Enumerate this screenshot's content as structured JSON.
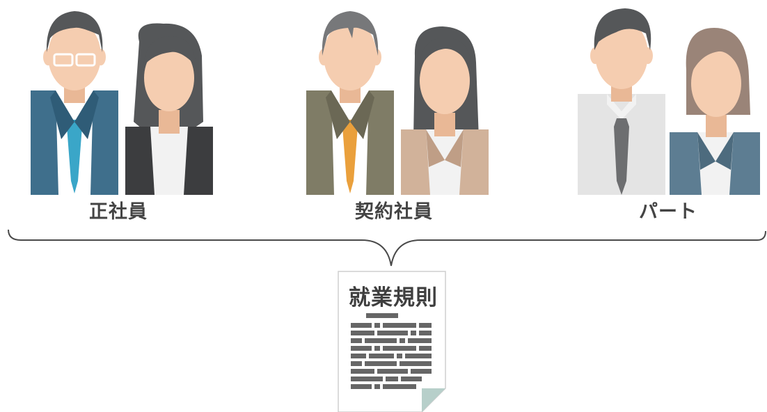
{
  "groups": [
    {
      "label": "正社員",
      "icon": "regular-employees-icon"
    },
    {
      "label": "契約社員",
      "icon": "contract-employees-icon"
    },
    {
      "label": "パート",
      "icon": "part-time-employees-icon"
    }
  ],
  "document": {
    "title": "就業規則",
    "icon": "rulebook-document-icon"
  },
  "colors": {
    "skin": "#f5cdb0",
    "hair_dark": "#555759",
    "hair_grey": "#77787a",
    "hair_brown": "#9a8478",
    "suit_blue": "#3f6f8c",
    "suit_olive": "#7f7c66",
    "suit_dark": "#3c3d3f",
    "suit_beige": "#d1b29a",
    "shirt_grey": "#e4e4e4",
    "jacket_slate": "#5d7d92",
    "tie_blue": "#3aa6c8",
    "tie_orange": "#eaa03c",
    "tie_grey": "#6d6e70",
    "brace_line": "#4a4a4a",
    "doc_fold": "#b7cfca",
    "doc_text_lines": "#666666"
  }
}
